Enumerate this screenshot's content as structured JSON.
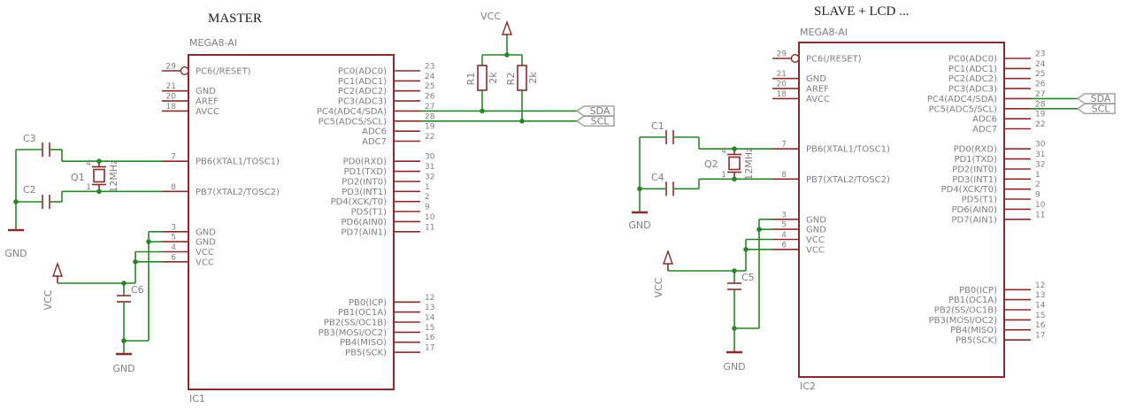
{
  "colors": {
    "wire": "#268526",
    "sym": "#8a2b2b",
    "text": "#7f7f7f",
    "flag": "#9c9c9c",
    "title": "#1c1c1c"
  },
  "titles": {
    "master": "MASTER",
    "slave": "SLAVE + LCD ..."
  },
  "nets": {
    "gnd": "GND",
    "vcc": "VCC",
    "sda": "SDA",
    "scl": "SCL"
  },
  "pins": {
    "left": [
      {
        "num": "29",
        "name": "PC6(/RESET)",
        "row": 0,
        "bubble": true
      },
      {
        "num": "21",
        "name": "GND",
        "row": 2
      },
      {
        "num": "20",
        "name": "AREF",
        "row": 3
      },
      {
        "num": "18",
        "name": "AVCC",
        "row": 4
      },
      {
        "num": "7",
        "name": "PB6(XTAL1/TOSC1)",
        "row": 9
      },
      {
        "num": "8",
        "name": "PB7(XTAL2/TOSC2)",
        "row": 12
      },
      {
        "num": "3",
        "name": "GND",
        "row": 16
      },
      {
        "num": "5",
        "name": "GND",
        "row": 17
      },
      {
        "num": "4",
        "name": "VCC",
        "row": 18
      },
      {
        "num": "6",
        "name": "VCC",
        "row": 19
      }
    ],
    "right": [
      {
        "num": "23",
        "name": "PC0(ADC0)",
        "row": 0
      },
      {
        "num": "24",
        "name": "PC1(ADC1)",
        "row": 1
      },
      {
        "num": "25",
        "name": "PC2(ADC2)",
        "row": 2
      },
      {
        "num": "26",
        "name": "PC3(ADC3)",
        "row": 3
      },
      {
        "num": "27",
        "name": "PC4(ADC4/SDA)",
        "row": 4
      },
      {
        "num": "28",
        "name": "PC5(ADC5/SCL)",
        "row": 5
      },
      {
        "num": "19",
        "name": "ADC6",
        "row": 6
      },
      {
        "num": "22",
        "name": "ADC7",
        "row": 7
      },
      {
        "num": "30",
        "name": "PD0(RXD)",
        "row": 9
      },
      {
        "num": "31",
        "name": "PD1(TXD)",
        "row": 10
      },
      {
        "num": "32",
        "name": "PD2(INT0)",
        "row": 11
      },
      {
        "num": "1",
        "name": "PD3(INT1)",
        "row": 12
      },
      {
        "num": "2",
        "name": "PD4(XCK/T0)",
        "row": 13
      },
      {
        "num": "9",
        "name": "PD5(T1)",
        "row": 14
      },
      {
        "num": "10",
        "name": "PD6(AIN0)",
        "row": 15
      },
      {
        "num": "11",
        "name": "PD7(AIN1)",
        "row": 16
      },
      {
        "num": "12",
        "name": "PB0(ICP)",
        "row": 23
      },
      {
        "num": "13",
        "name": "PB1(OC1A)",
        "row": 24
      },
      {
        "num": "14",
        "name": "PB2(SS/OC1B)",
        "row": 25
      },
      {
        "num": "15",
        "name": "PB3(MOSI/OC2)",
        "row": 26
      },
      {
        "num": "16",
        "name": "PB4(MISO)",
        "row": 27
      },
      {
        "num": "17",
        "name": "PB5(SCK)",
        "row": 28
      }
    ]
  },
  "master": {
    "designator": "IC1",
    "part": "MEGA8-AI",
    "crystal": {
      "name": "Q1",
      "value": "12MHz",
      "pad_top": "4",
      "pad_bottom": "1"
    },
    "cap_xtal_top": "C3",
    "cap_xtal_bottom": "C2",
    "cap_decouple": "C6"
  },
  "slave": {
    "designator": "IC2",
    "part": "MEGA8-AI",
    "crystal": {
      "name": "Q2",
      "value": "12MHz",
      "pad_top": "4",
      "pad_bottom": "1"
    },
    "cap_xtal_top": "C1",
    "cap_xtal_bottom": "C4",
    "cap_decouple": "C5"
  },
  "pullups": {
    "r_sda": {
      "name": "R1",
      "value": "2k"
    },
    "r_scl": {
      "name": "R2",
      "value": "2k"
    }
  }
}
